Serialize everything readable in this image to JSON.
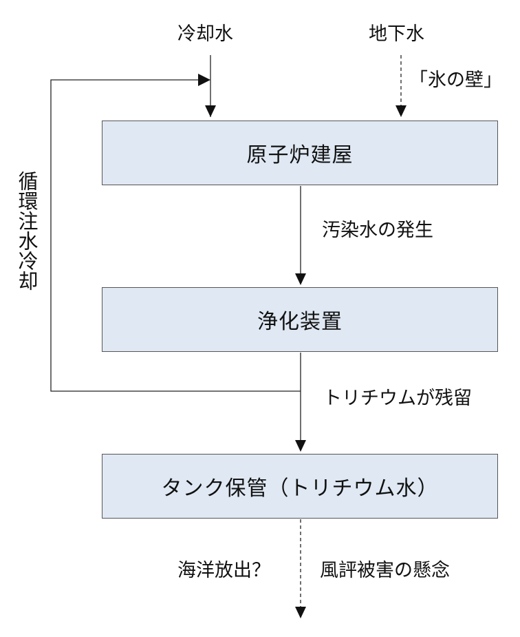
{
  "inputs": {
    "cooling_water": "冷却水",
    "groundwater": "地下水",
    "ice_wall": "「氷の壁」"
  },
  "loop_label": "循環注水冷却",
  "boxes": {
    "reactor_building": "原子炉建屋",
    "purification": "浄化装置",
    "tank_storage": "タンク保管（トリチウム水）"
  },
  "edges": {
    "contaminated_water": "汚染水の発生",
    "tritium_remains": "トリチウムが残留",
    "ocean_release": "海洋放出？",
    "reputation_damage": "風評被害の懸念"
  },
  "colors": {
    "box_fill": "#dfe8f3",
    "box_border": "#555555",
    "line": "#222222"
  }
}
